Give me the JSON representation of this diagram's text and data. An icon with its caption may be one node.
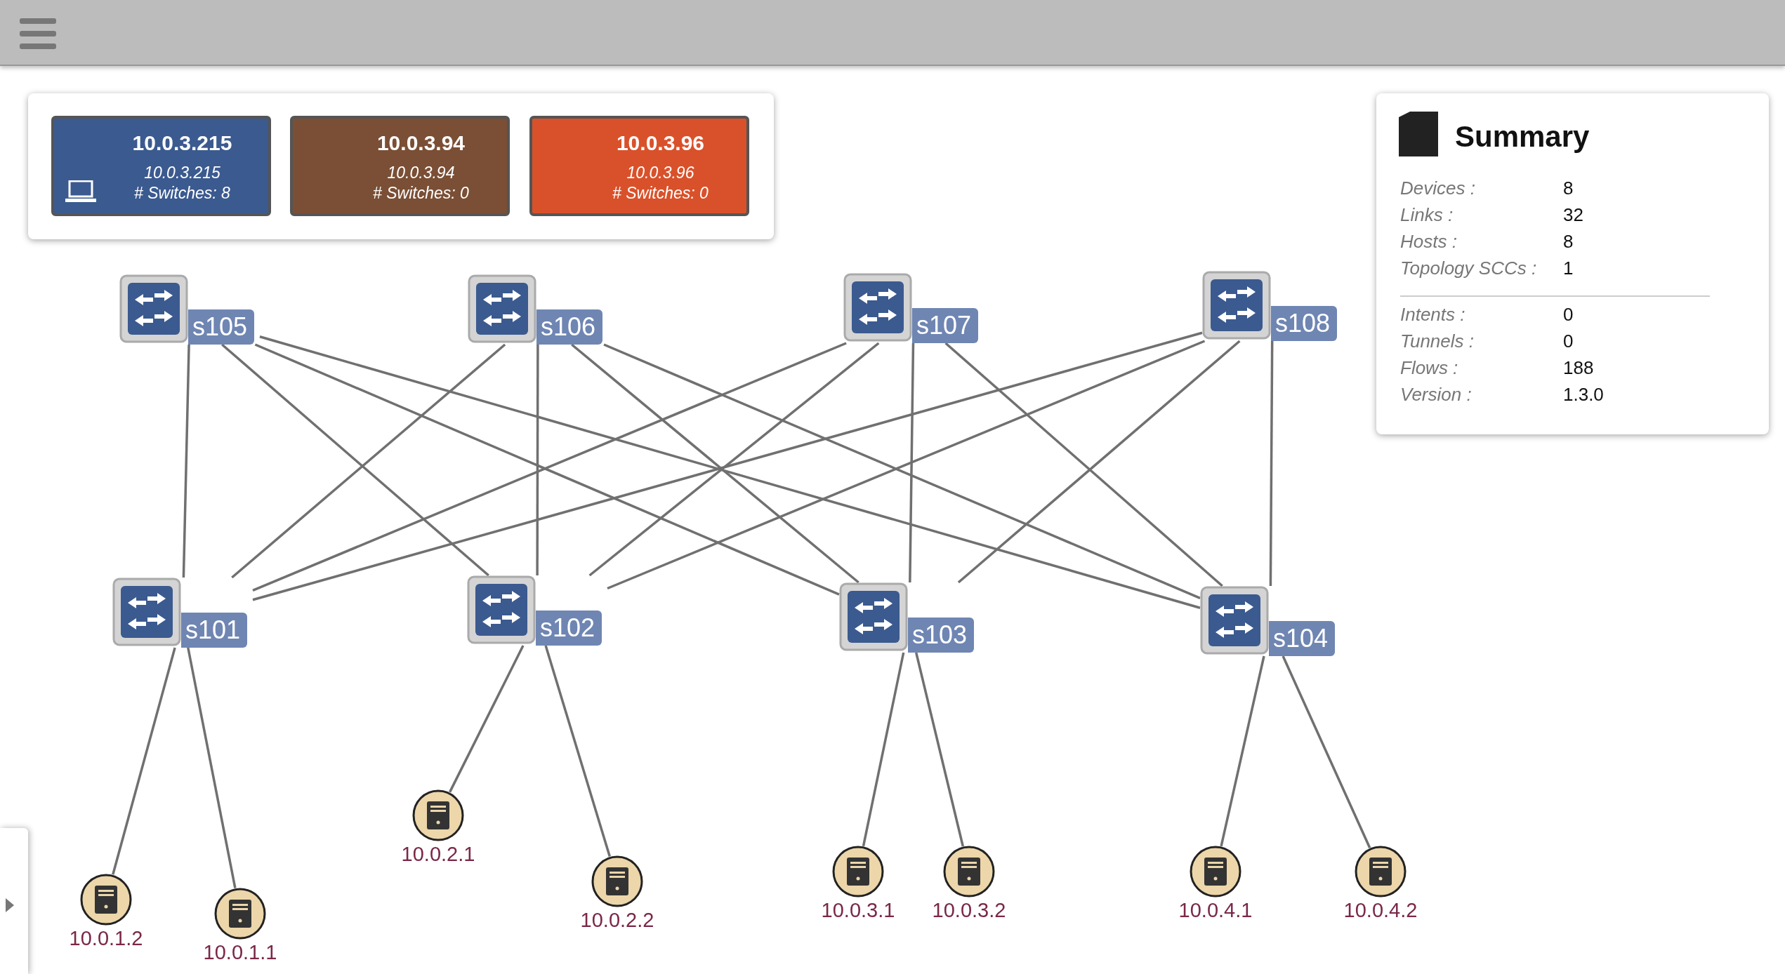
{
  "diagram": {
    "nodes": [
      {
        "text": [],
        "shape": "box"
      },
      {
        "text": [
          "10.0.3.215",
          "10.0.3.215",
          "# Switches: 8"
        ],
        "in": 0
      },
      {
        "text": [
          "10.0.3.94",
          "10.0.3.94",
          "# Switches: 0"
        ],
        "in": 0
      },
      {
        "text": [
          "10.0.3.96",
          "10.0.3.96",
          "# Switches: 0"
        ],
        "in": 0
      },
      {
        "text": [
          "Summary"
        ]
      },
      {
        "text": [
          "s105"
        ]
      },
      {
        "text": [
          "s106"
        ]
      },
      {
        "text": [
          "s107"
        ]
      },
      {
        "text": [
          "s108"
        ]
      },
      {
        "text": [
          "s101"
        ]
      },
      {
        "text": [
          "s102"
        ]
      },
      {
        "text": [
          "s103"
        ]
      },
      {
        "text": [
          "s104"
        ]
      },
      {
        "text": [],
        "shape": "circle",
        "beside": [
          "10.0.1.2"
        ]
      },
      {
        "text": [],
        "shape": "circle",
        "beside": [
          "10.0.1.1"
        ]
      },
      {
        "text": [],
        "shape": "circle",
        "beside": [
          "10.0.2.1"
        ]
      },
      {
        "text": [],
        "shape": "circle",
        "beside": [
          "10.0.2.2"
        ]
      },
      {
        "text": [],
        "shape": "circle",
        "beside": [
          "10.0.3.1"
        ]
      },
      {
        "text": [],
        "shape": "circle",
        "beside": [
          "10.0.3.2"
        ]
      },
      {
        "text": [],
        "shape": "circle",
        "beside": [
          "10.0.4.1"
        ]
      },
      {
        "text": [],
        "shape": "circle",
        "beside": [
          "10.0.4.2"
        ]
      }
    ],
    "edges": [
      {
        "from": 5,
        "to": 9,
        "arrow": "none"
      },
      {
        "from": 5,
        "to": 10,
        "arrow": "none"
      },
      {
        "from": 5,
        "to": 11,
        "arrow": "none"
      },
      {
        "from": 5,
        "to": 12,
        "arrow": "none"
      },
      {
        "from": 6,
        "to": 9,
        "arrow": "none"
      },
      {
        "from": 6,
        "to": 10,
        "arrow": "none"
      },
      {
        "from": 6,
        "to": 11,
        "arrow": "none"
      },
      {
        "from": 6,
        "to": 12,
        "arrow": "none"
      },
      {
        "from": 7,
        "to": 9,
        "arrow": "none"
      },
      {
        "from": 7,
        "to": 10,
        "arrow": "none"
      },
      {
        "from": 7,
        "to": 11,
        "arrow": "none"
      },
      {
        "from": 7,
        "to": 12,
        "arrow": "none"
      },
      {
        "from": 8,
        "to": 9,
        "arrow": "none"
      },
      {
        "from": 8,
        "to": 10,
        "arrow": "none"
      },
      {
        "from": 8,
        "to": 11,
        "arrow": "none"
      },
      {
        "from": 8,
        "to": 12,
        "arrow": "none"
      },
      {
        "from": 9,
        "to": 13,
        "arrow": "none"
      },
      {
        "from": 9,
        "to": 14,
        "arrow": "none"
      },
      {
        "from": 10,
        "to": 15,
        "arrow": "none"
      },
      {
        "from": 10,
        "to": 16,
        "arrow": "none"
      },
      {
        "from": 11,
        "to": 17,
        "arrow": "none"
      },
      {
        "from": 11,
        "to": 18,
        "arrow": "none"
      },
      {
        "from": 12,
        "to": 19,
        "arrow": "none"
      },
      {
        "from": 12,
        "to": 20,
        "arrow": "none"
      }
    ],
    "labels": [
      "Devices :",
      "8",
      "Links :",
      "32",
      "Hosts :",
      "8",
      "Topology SCCs :",
      "1",
      "Intents :",
      "0",
      "Tunnels :",
      "0",
      "Flows :",
      "188",
      "Version :",
      "1.3.0"
    ]
  }
}
